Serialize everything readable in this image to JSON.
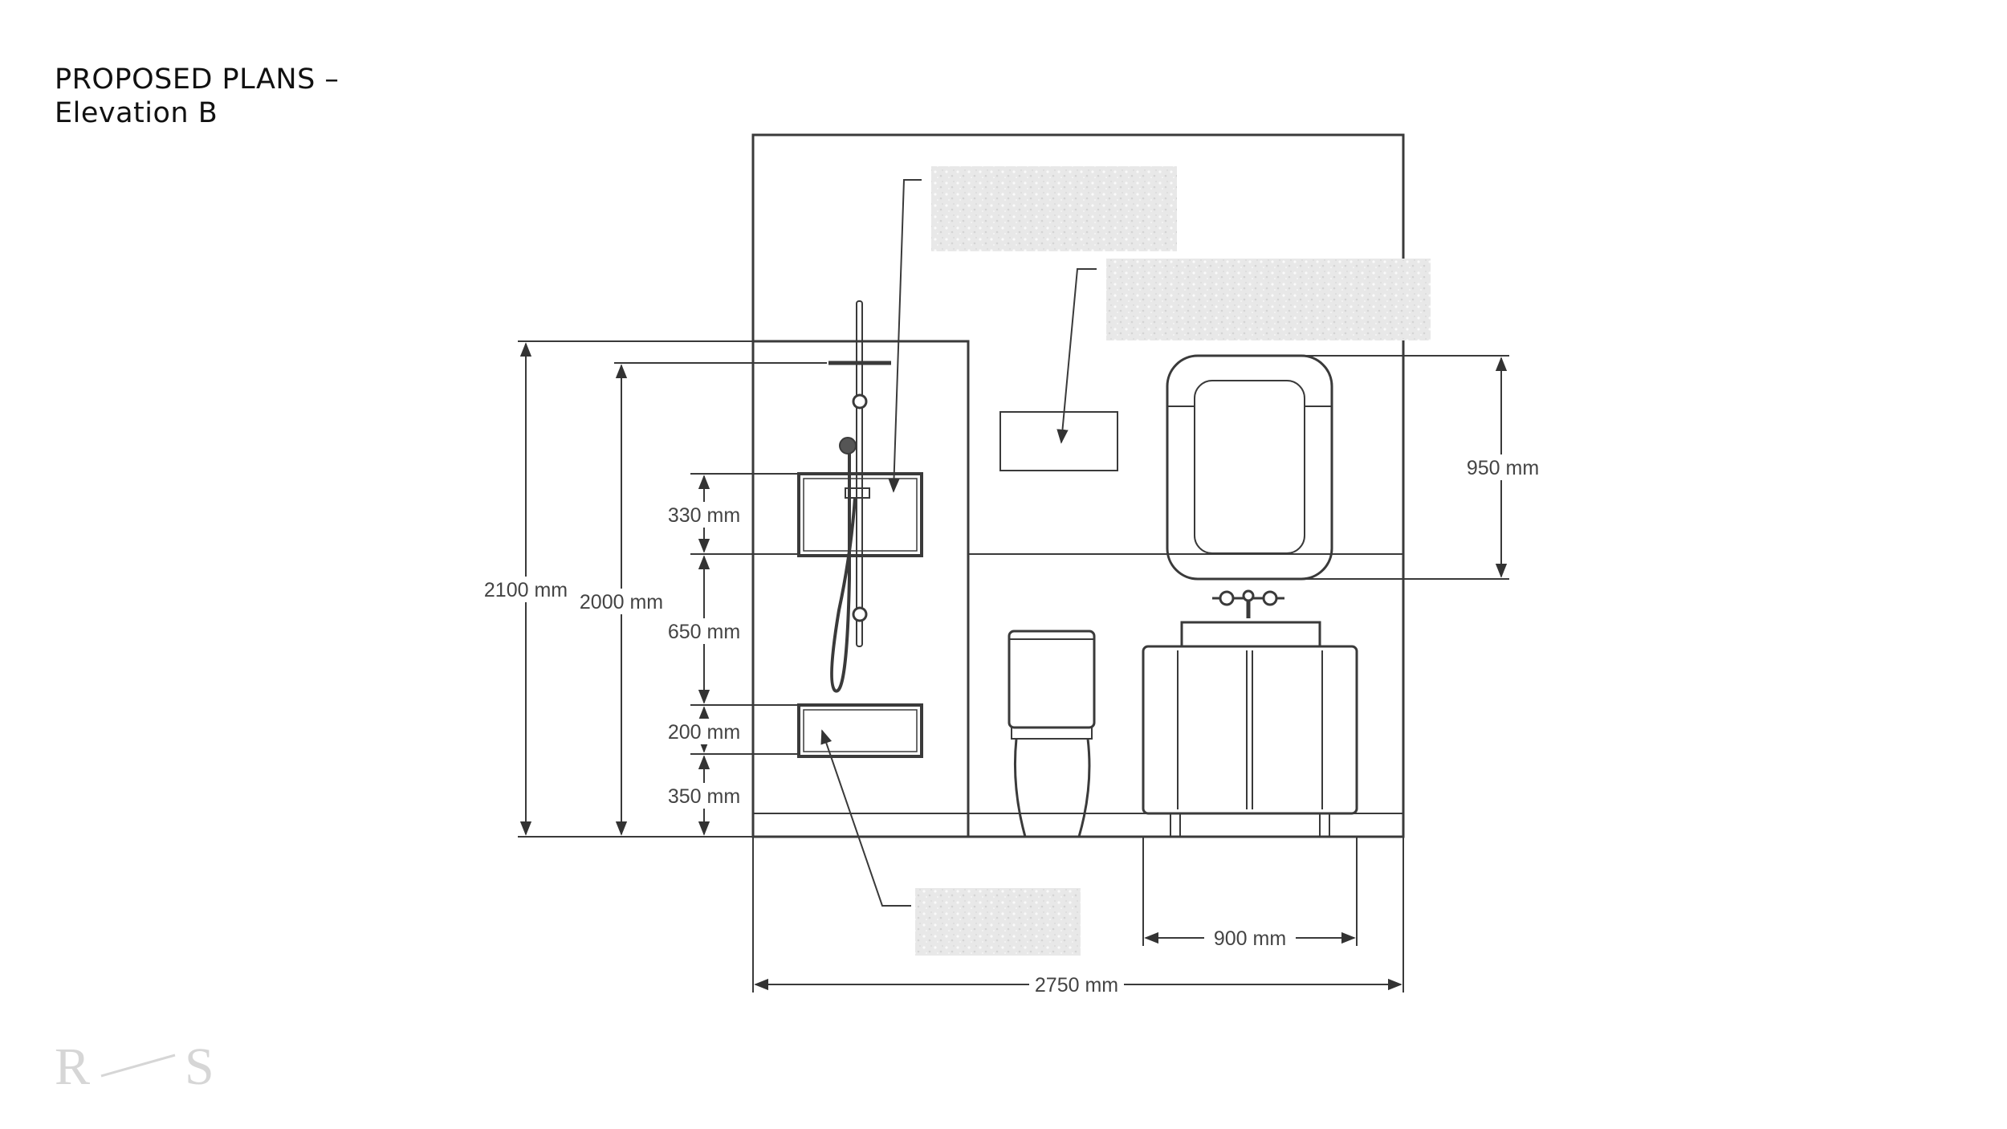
{
  "title": {
    "line1": "PROPOSED PLANS –",
    "line2": "Elevation B"
  },
  "logo": {
    "left_letter": "R",
    "right_letter": "S"
  },
  "dimensions": {
    "overall_width": "2750 mm",
    "vanity_width": "900 mm",
    "mirror_height": "950 mm",
    "wall_height": "2100 mm",
    "shower_height": "2000 mm",
    "niche_top": "330 mm",
    "niche_gap": "650 mm",
    "niche_bottom": "200 mm",
    "base_height": "350 mm"
  },
  "colors": {
    "line": "#3a3a3a",
    "redacted": "#e6e6e6",
    "logo": "#d6d6d6"
  }
}
